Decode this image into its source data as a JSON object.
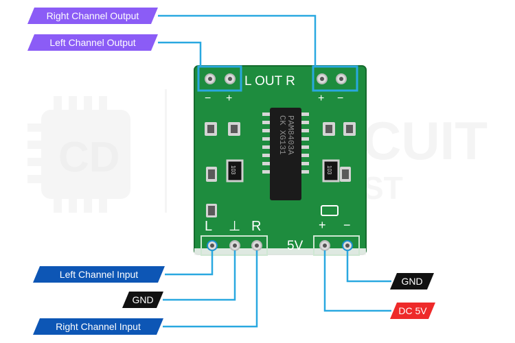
{
  "labels": {
    "right_output": "Right Channel Output",
    "left_output": "Left Channel Output",
    "left_input": "Left Channel Input",
    "gnd_left": "GND",
    "right_input": "Right Channel Input",
    "gnd_right": "GND",
    "dc5v": "DC 5V"
  },
  "board": {
    "header_text": "L OUT R",
    "out_left_minus": "−",
    "out_left_plus": "+",
    "out_right_plus": "+",
    "out_right_minus": "−",
    "in_L": "L",
    "in_gnd": "⊥",
    "in_R": "R",
    "power_label": "5V",
    "power_plus": "+",
    "power_minus": "−",
    "chip_line1": "PAM8403A",
    "chip_line2": "CK XG131",
    "resistor_left": "103",
    "resistor_right": "103"
  },
  "watermark": {
    "text_top": "CUIT",
    "text_bottom": "ST",
    "monogram": "CD"
  },
  "colors": {
    "pcb": "#1e8c3e",
    "wire": "#29a8e0",
    "output_label": "#8b5cf6",
    "input_label": "#0d56b5",
    "gnd_label": "#111111",
    "power_label": "#ee2a2a"
  }
}
